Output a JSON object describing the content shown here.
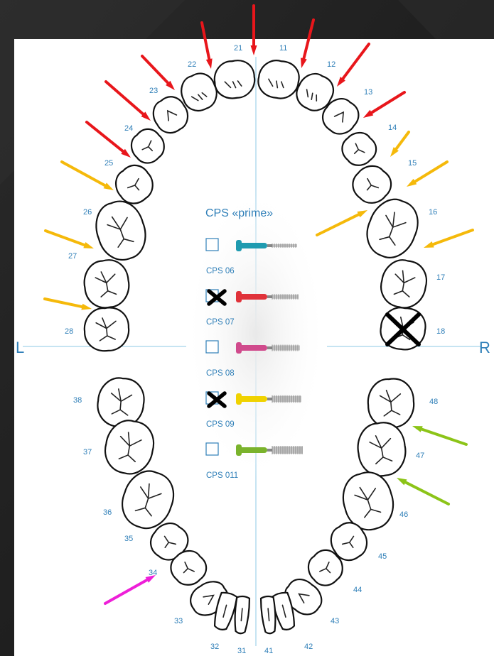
{
  "side_labels": {
    "left": "L",
    "right": "R"
  },
  "panel": {
    "title": "CPS «prime»",
    "products": [
      {
        "label": "CPS 06",
        "checked": false,
        "color": "#1f9bb0"
      },
      {
        "label": "CPS 07",
        "checked": true,
        "color": "#e0323a"
      },
      {
        "label": "CPS 08",
        "checked": false,
        "color": "#d04a8c"
      },
      {
        "label": "CPS 09",
        "checked": true,
        "color": "#f0d200"
      },
      {
        "label": "CPS 011",
        "checked": false,
        "color": "#7ab32c"
      }
    ]
  },
  "teeth": [
    {
      "number": "21",
      "marker": "red-arrow"
    },
    {
      "number": "11",
      "marker": "red-arrow"
    },
    {
      "number": "22",
      "marker": "red-arrow"
    },
    {
      "number": "12",
      "marker": "red-arrow"
    },
    {
      "number": "23",
      "marker": "red-arrow"
    },
    {
      "number": "13",
      "marker": "red-arrow"
    },
    {
      "number": "24",
      "marker": "red-arrow"
    },
    {
      "number": "14",
      "marker": "yellow-arrow"
    },
    {
      "number": "25",
      "marker": "red-arrow"
    },
    {
      "number": "15",
      "marker": "yellow-arrow"
    },
    {
      "number": "26",
      "marker": "yellow-arrow"
    },
    {
      "number": "16",
      "marker": "yellow-arrow"
    },
    {
      "number": "27",
      "marker": "yellow-arrow"
    },
    {
      "number": "17",
      "marker": "yellow-arrow"
    },
    {
      "number": "28",
      "marker": "yellow-arrow"
    },
    {
      "number": "18",
      "marker": "cross"
    },
    {
      "number": "38",
      "marker": "none"
    },
    {
      "number": "48",
      "marker": "none"
    },
    {
      "number": "37",
      "marker": "none"
    },
    {
      "number": "47",
      "marker": "green-arrow"
    },
    {
      "number": "36",
      "marker": "none"
    },
    {
      "number": "46",
      "marker": "green-arrow"
    },
    {
      "number": "35",
      "marker": "none"
    },
    {
      "number": "45",
      "marker": "none"
    },
    {
      "number": "34",
      "marker": "magenta-arrow"
    },
    {
      "number": "44",
      "marker": "none"
    },
    {
      "number": "33",
      "marker": "none"
    },
    {
      "number": "43",
      "marker": "none"
    },
    {
      "number": "32",
      "marker": "none"
    },
    {
      "number": "42",
      "marker": "none"
    },
    {
      "number": "31",
      "marker": "none"
    },
    {
      "number": "41",
      "marker": "none"
    }
  ],
  "colors": {
    "red-arrow": "#e8161b",
    "yellow-arrow": "#f5b90a",
    "green-arrow": "#8cc418",
    "magenta-arrow": "#ee1fd8",
    "cross": "#000000"
  }
}
